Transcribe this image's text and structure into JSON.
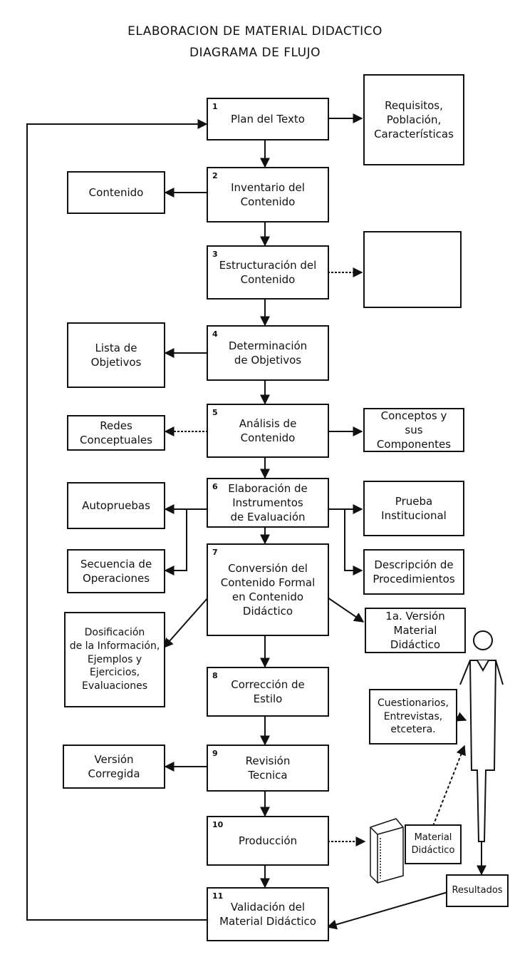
{
  "header": {
    "title": "ELABORACION DE MATERIAL DIDACTICO",
    "subtitle": "DIAGRAMA DE FLUJO"
  },
  "steps": [
    {
      "num": "1",
      "label": "Plan del Texto"
    },
    {
      "num": "2",
      "label": "Inventario del\nContenido"
    },
    {
      "num": "3",
      "label": "Estructuración del\nContenido"
    },
    {
      "num": "4",
      "label": "Determinación\nde Objetivos"
    },
    {
      "num": "5",
      "label": "Análisis de\nContenido"
    },
    {
      "num": "6",
      "label": "Elaboración de\nInstrumentos\nde Evaluación"
    },
    {
      "num": "7",
      "label": "Conversión del\nContenido Formal\nen Contenido\nDidáctico"
    },
    {
      "num": "8",
      "label": "Corrección de\nEstilo"
    },
    {
      "num": "9",
      "label": "Revisión\nTecnica"
    },
    {
      "num": "10",
      "label": "Producción"
    },
    {
      "num": "11",
      "label": "Validación del\nMaterial Didáctico"
    }
  ],
  "outputs": {
    "requisitos": "Requisitos,\nPoblación,\nCaracterísticas",
    "contenido": "Contenido",
    "lista_objetivos": "Lista de\nObjetivos",
    "redes": "Redes\nConceptuales",
    "conceptos": "Conceptos y\nsus Componentes",
    "autopruebas": "Autopruebas",
    "prueba": "Prueba\nInstitucional",
    "secuencia": "Secuencia de\nOperaciones",
    "descripcion": "Descripción de\nProcedimientos",
    "dosificacion": "Dosificación\nde la Información,\nEjemplos y\nEjercicios,\nEvaluaciones",
    "version1": "1a. Versión\nMaterial Didáctico",
    "cuestionarios": "Cuestionarios,\nEntrevistas,\netcetera.",
    "version_corregida": "Versión Corregida",
    "material": "Material\nDidáctico",
    "resultados": "Resultados"
  }
}
